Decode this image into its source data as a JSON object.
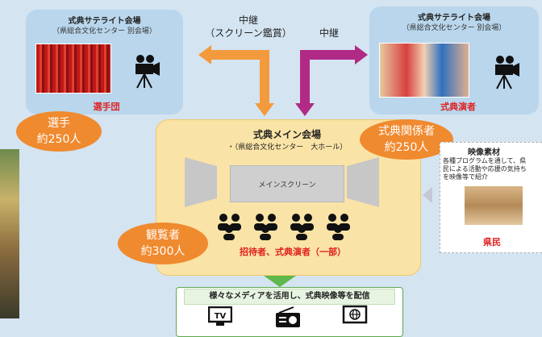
{
  "left_satellite": {
    "title": "式典サテライト会場",
    "subtitle": "（県総合文化センター 別会場）",
    "label": "選手団"
  },
  "right_satellite": {
    "title": "式典サテライト会場",
    "subtitle": "（県総合文化センター 別会場）",
    "label": "式典演者"
  },
  "relay_left": {
    "line1": "中継",
    "line2": "（スクリーン鑑賞）"
  },
  "relay_right": {
    "line1": "中継"
  },
  "main_venue": {
    "title": "式典メイン会場",
    "subtitle": "・（県総合文化センター　大ホール）",
    "screen_label": "メインスクリーン",
    "guest_label": "招待者、式典演者（一部）"
  },
  "bubbles": {
    "athletes": {
      "line1": "選手",
      "line2": "約250人"
    },
    "staff": {
      "line1": "式典関係者",
      "line2": "約250人"
    },
    "audience": {
      "line1": "観覧者",
      "line2": "約300人"
    }
  },
  "video_material": {
    "title": "映像素材",
    "text1": "各種プログラムを通して、県",
    "text2": "民による活動や応援の気持ち",
    "text3": "を映像等で紹介",
    "label": "県民"
  },
  "media": {
    "title": "様々なメディアを活用し、式典映像等を配信",
    "tv_label": "TV"
  },
  "colors": {
    "orange_arrow": "#f39a3d",
    "magenta_arrow": "#b02a86",
    "green_arrow": "#5fb84b",
    "bubble": "#f08a2f",
    "red_text": "#e02020"
  }
}
